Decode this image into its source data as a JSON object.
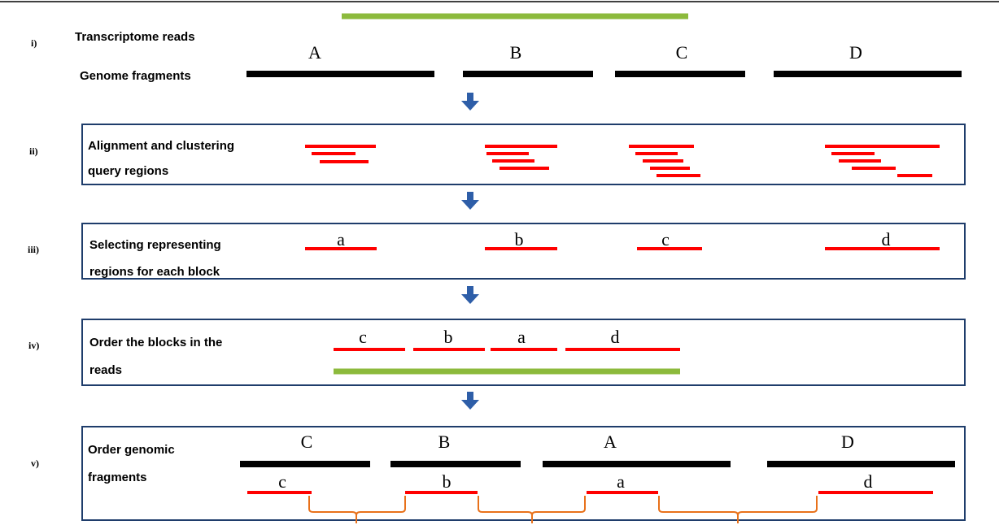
{
  "colors": {
    "read": "#8cba3c",
    "genome": "#000000",
    "region": "#ff0000",
    "box": "#1f3d6b",
    "arrow": "#2e5ea8",
    "brace": "#e8711a"
  },
  "step_i": {
    "num": "i)",
    "label_reads": "Transcriptome reads",
    "label_genome": "Genome fragments",
    "letters": [
      "A",
      "B",
      "C",
      "D"
    ]
  },
  "step_ii": {
    "num": "ii)",
    "line1": "Alignment and clustering",
    "line2": "query regions"
  },
  "step_iii": {
    "num": "iii)",
    "line1": "Selecting representing",
    "line2": "regions for each block",
    "letters": [
      "a",
      "b",
      "c",
      "d"
    ]
  },
  "step_iv": {
    "num": "iv)",
    "line1": "Order the blocks in the",
    "line2": "reads",
    "letters": [
      "c",
      "b",
      "a",
      "d"
    ]
  },
  "step_v": {
    "num": "v)",
    "line1": "Order genomic",
    "line2": "fragments",
    "upper_letters": [
      "C",
      "B",
      "A",
      "D"
    ],
    "lower_letters": [
      "c",
      "b",
      "a",
      "d"
    ]
  }
}
